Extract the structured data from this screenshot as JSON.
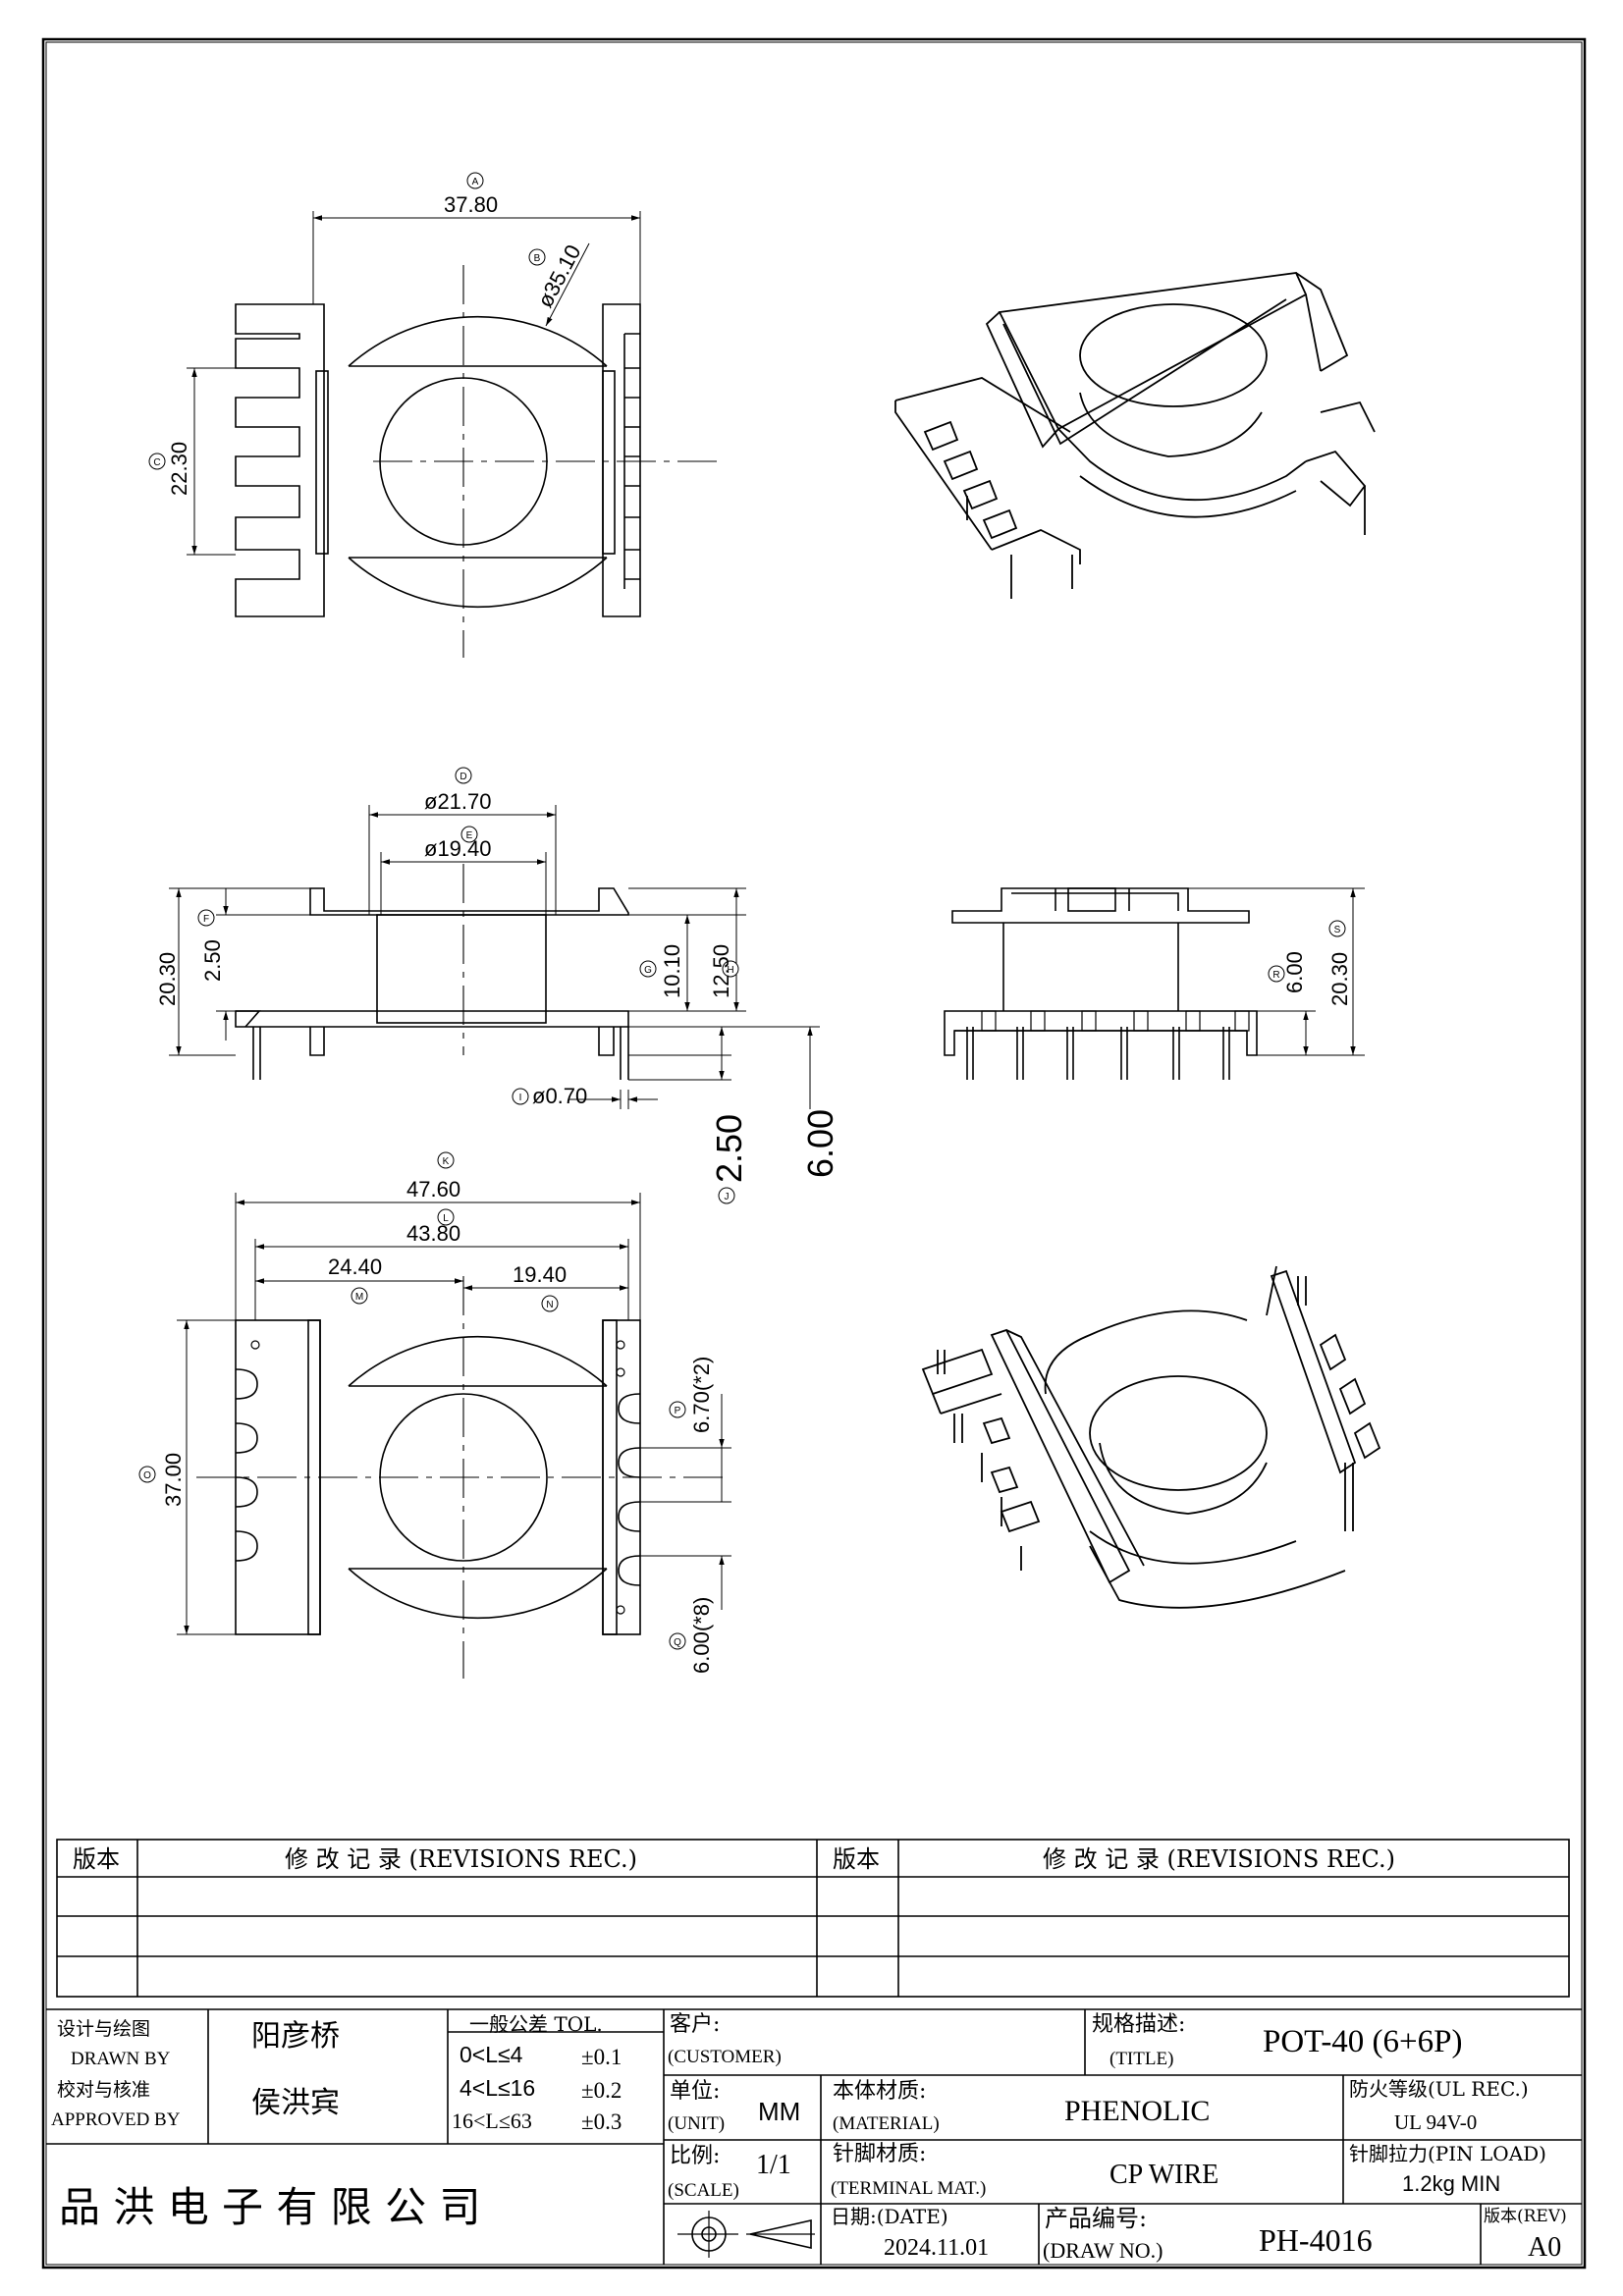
{
  "dimensions": {
    "top_view": {
      "A": "37.80",
      "B": "ø35.10",
      "C": "22.30"
    },
    "side_view": {
      "D": "ø21.70",
      "E": "ø19.40",
      "F": "2.50",
      "overall_height": "20.30",
      "G": "10.10",
      "H": "12.50",
      "I": "ø0.70",
      "pin_short": "2.50",
      "pin_long": "6.00"
    },
    "front_view": {
      "R": "6.00",
      "S": "20.30"
    },
    "bottom_view": {
      "K": "47.60",
      "L": "43.80",
      "M": "24.40",
      "N": "19.40",
      "O": "37.00",
      "P": "6.70(*2)",
      "Q": "6.00(*8)"
    },
    "labels": {
      "A": "A",
      "B": "B",
      "C": "C",
      "D": "D",
      "E": "E",
      "F": "F",
      "G": "G",
      "H": "H",
      "I": "I",
      "J": "J",
      "K": "K",
      "L": "L",
      "M": "M",
      "N": "N",
      "O": "O",
      "P": "P",
      "Q": "Q",
      "R": "R",
      "S": "S"
    }
  },
  "revisions": {
    "rev_header": "版本",
    "rec_header": "修 改 记 录 (REVISIONS REC.)"
  },
  "title_block": {
    "designed_cn": "设计与绘图",
    "designed_en": "DRAWN BY",
    "designer": "阳彦桥",
    "approved_cn": "校对与核准",
    "approved_en": "APPROVED BY",
    "approver": "侯洪宾",
    "tol_header": "一般公差 TOL.",
    "tol_rows": [
      {
        "range": "0<L≤4",
        "tol": "±0.1"
      },
      {
        "range": "4<L≤16",
        "tol": "±0.2"
      },
      {
        "range": "16<L≤63",
        "tol": "±0.3"
      }
    ],
    "customer_cn": "客户:",
    "customer_en": "(CUSTOMER)",
    "title_cn": "规格描述:",
    "title_en": "(TITLE)",
    "title_value": "POT-40 (6+6P)",
    "unit_cn": "单位:",
    "unit_en": "(UNIT)",
    "unit_value": "MM",
    "material_cn": "本体材质:",
    "material_en": "(MATERIAL)",
    "material_value": "PHENOLIC",
    "ul_cn": "防火等级(UL REC.)",
    "ul_value": "UL 94V-0",
    "scale_cn": "比例:",
    "scale_en": "(SCALE)",
    "scale_value": "1/1",
    "terminal_cn": "针脚材质:",
    "terminal_en": "(TERMINAL MAT.)",
    "terminal_value": "CP WIRE",
    "pinload_cn": "针脚拉力(PIN LOAD)",
    "pinload_value": "1.2kg MIN",
    "date_label": "日期:(DATE)",
    "date_value": "2024.11.01",
    "drawno_cn": "产品编号:",
    "drawno_en": "(DRAW NO.)",
    "drawno_value": "PH-4016",
    "rev_cn": "版本(REV)",
    "rev_value": "A0",
    "company": "品 洪 电 子 有 限 公 司"
  }
}
